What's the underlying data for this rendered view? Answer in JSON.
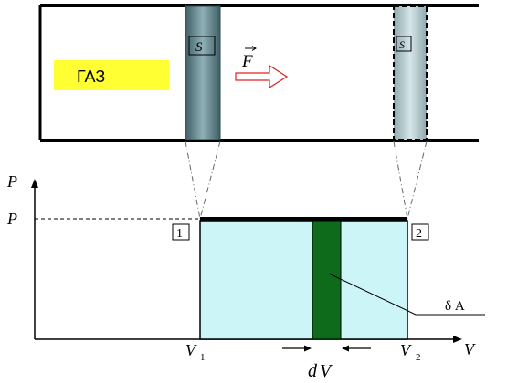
{
  "cylinder": {
    "gas_label": "ГАЗ",
    "piston_label_1": "S",
    "piston_label_2": "S",
    "force_label": "F",
    "gas_label_bg": "#ffff33",
    "piston_color": "#5a7f84",
    "piston2_color": "#b9cfd3"
  },
  "graph": {
    "p_axis_label": "P",
    "p_level_label": "P",
    "v_axis_label": "V",
    "v1_label": "V",
    "v1_sub": "1",
    "v2_label": "V",
    "v2_sub": "2",
    "state1_label": "1",
    "state2_label": "2",
    "dv_label": "dV",
    "work_label": "δ A",
    "area_color": "#ccf5f8",
    "strip_color": "#0e6b1b"
  }
}
